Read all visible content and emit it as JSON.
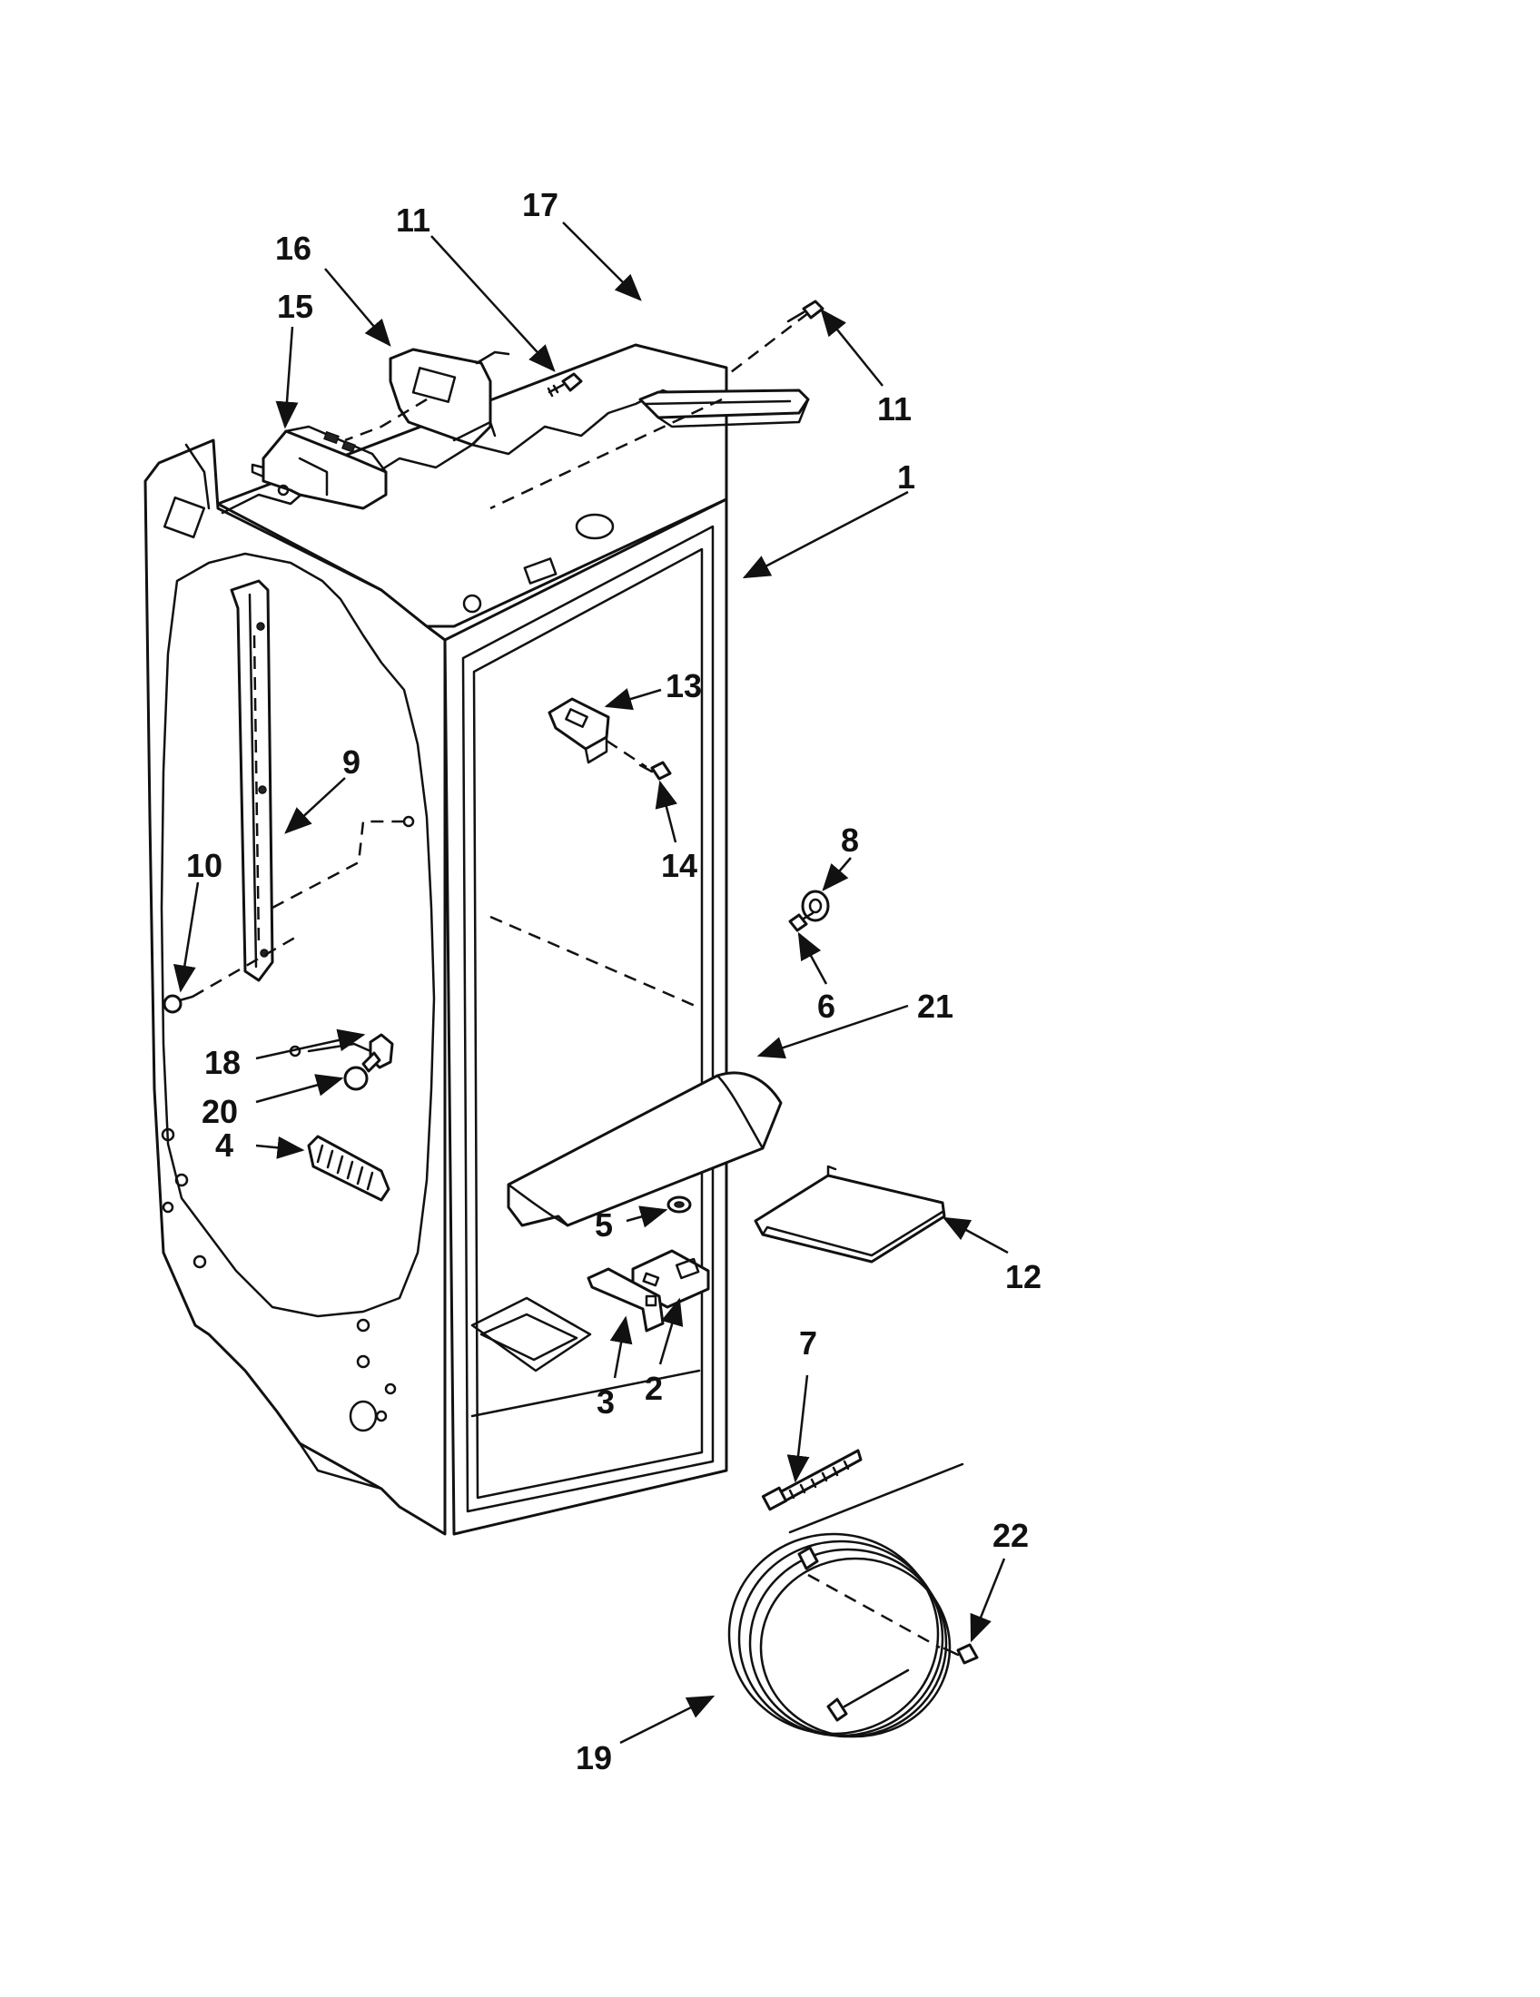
{
  "colors": {
    "ink": "#111111",
    "paper": "#ffffff"
  },
  "callouts": {
    "c1": "1",
    "c2": "2",
    "c3": "3",
    "c4": "4",
    "c5": "5",
    "c6": "6",
    "c7": "7",
    "c8": "8",
    "c9": "9",
    "c10": "10",
    "c11a": "11",
    "c11b": "11",
    "c12": "12",
    "c13": "13",
    "c14": "14",
    "c15": "15",
    "c16": "16",
    "c17": "17",
    "c18": "18",
    "c19": "19",
    "c20": "20",
    "c21": "21",
    "c22": "22"
  }
}
